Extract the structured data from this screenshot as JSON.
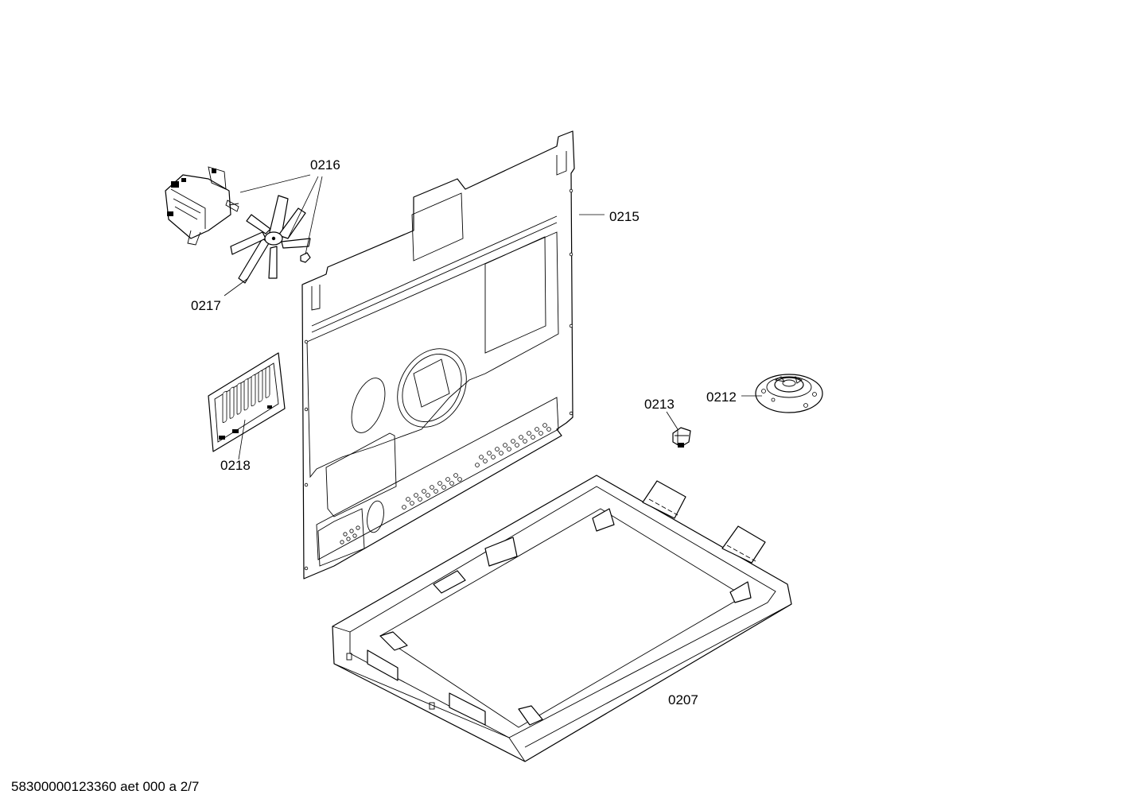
{
  "labels": {
    "p0207": "0207",
    "p0212": "0212",
    "p0213": "0213",
    "p0215": "0215",
    "p0216": "0216",
    "p0217": "0217",
    "p0218": "0218"
  },
  "footer": {
    "code": "58300000123360 aet 000 a 2/7"
  }
}
